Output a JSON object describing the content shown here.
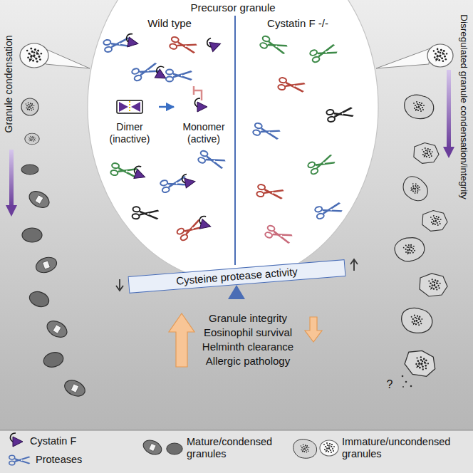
{
  "diagram": {
    "nodes": [
      {
        "text": [
          "Precursor granule"
        ]
      },
      {
        "text": [
          "Dimer (inactive)"
        ],
        "in": 0
      },
      {
        "text": [
          "Monomer (active)"
        ],
        "in": 0
      },
      {
        "text": [
          "Cysteine protease activity"
        ]
      }
    ],
    "edges": [
      {
        "from": 1,
        "to": 2,
        "arrow": "to"
      }
    ],
    "labels": [
      "Wild type",
      "Cystatin F -/-",
      "Granule condensation",
      "Disregulated granule condensation/integrity",
      "Granule integrity",
      "Eosinophil survival",
      "Helminth clearance",
      "Allergic pathology",
      "?"
    ],
    "legend": [
      {
        "text": "Cystatin F"
      },
      {
        "text": "Proteases"
      },
      {
        "text": "Mature/condensed granules"
      },
      {
        "text": "Immature/uncondensed granules"
      }
    ]
  }
}
